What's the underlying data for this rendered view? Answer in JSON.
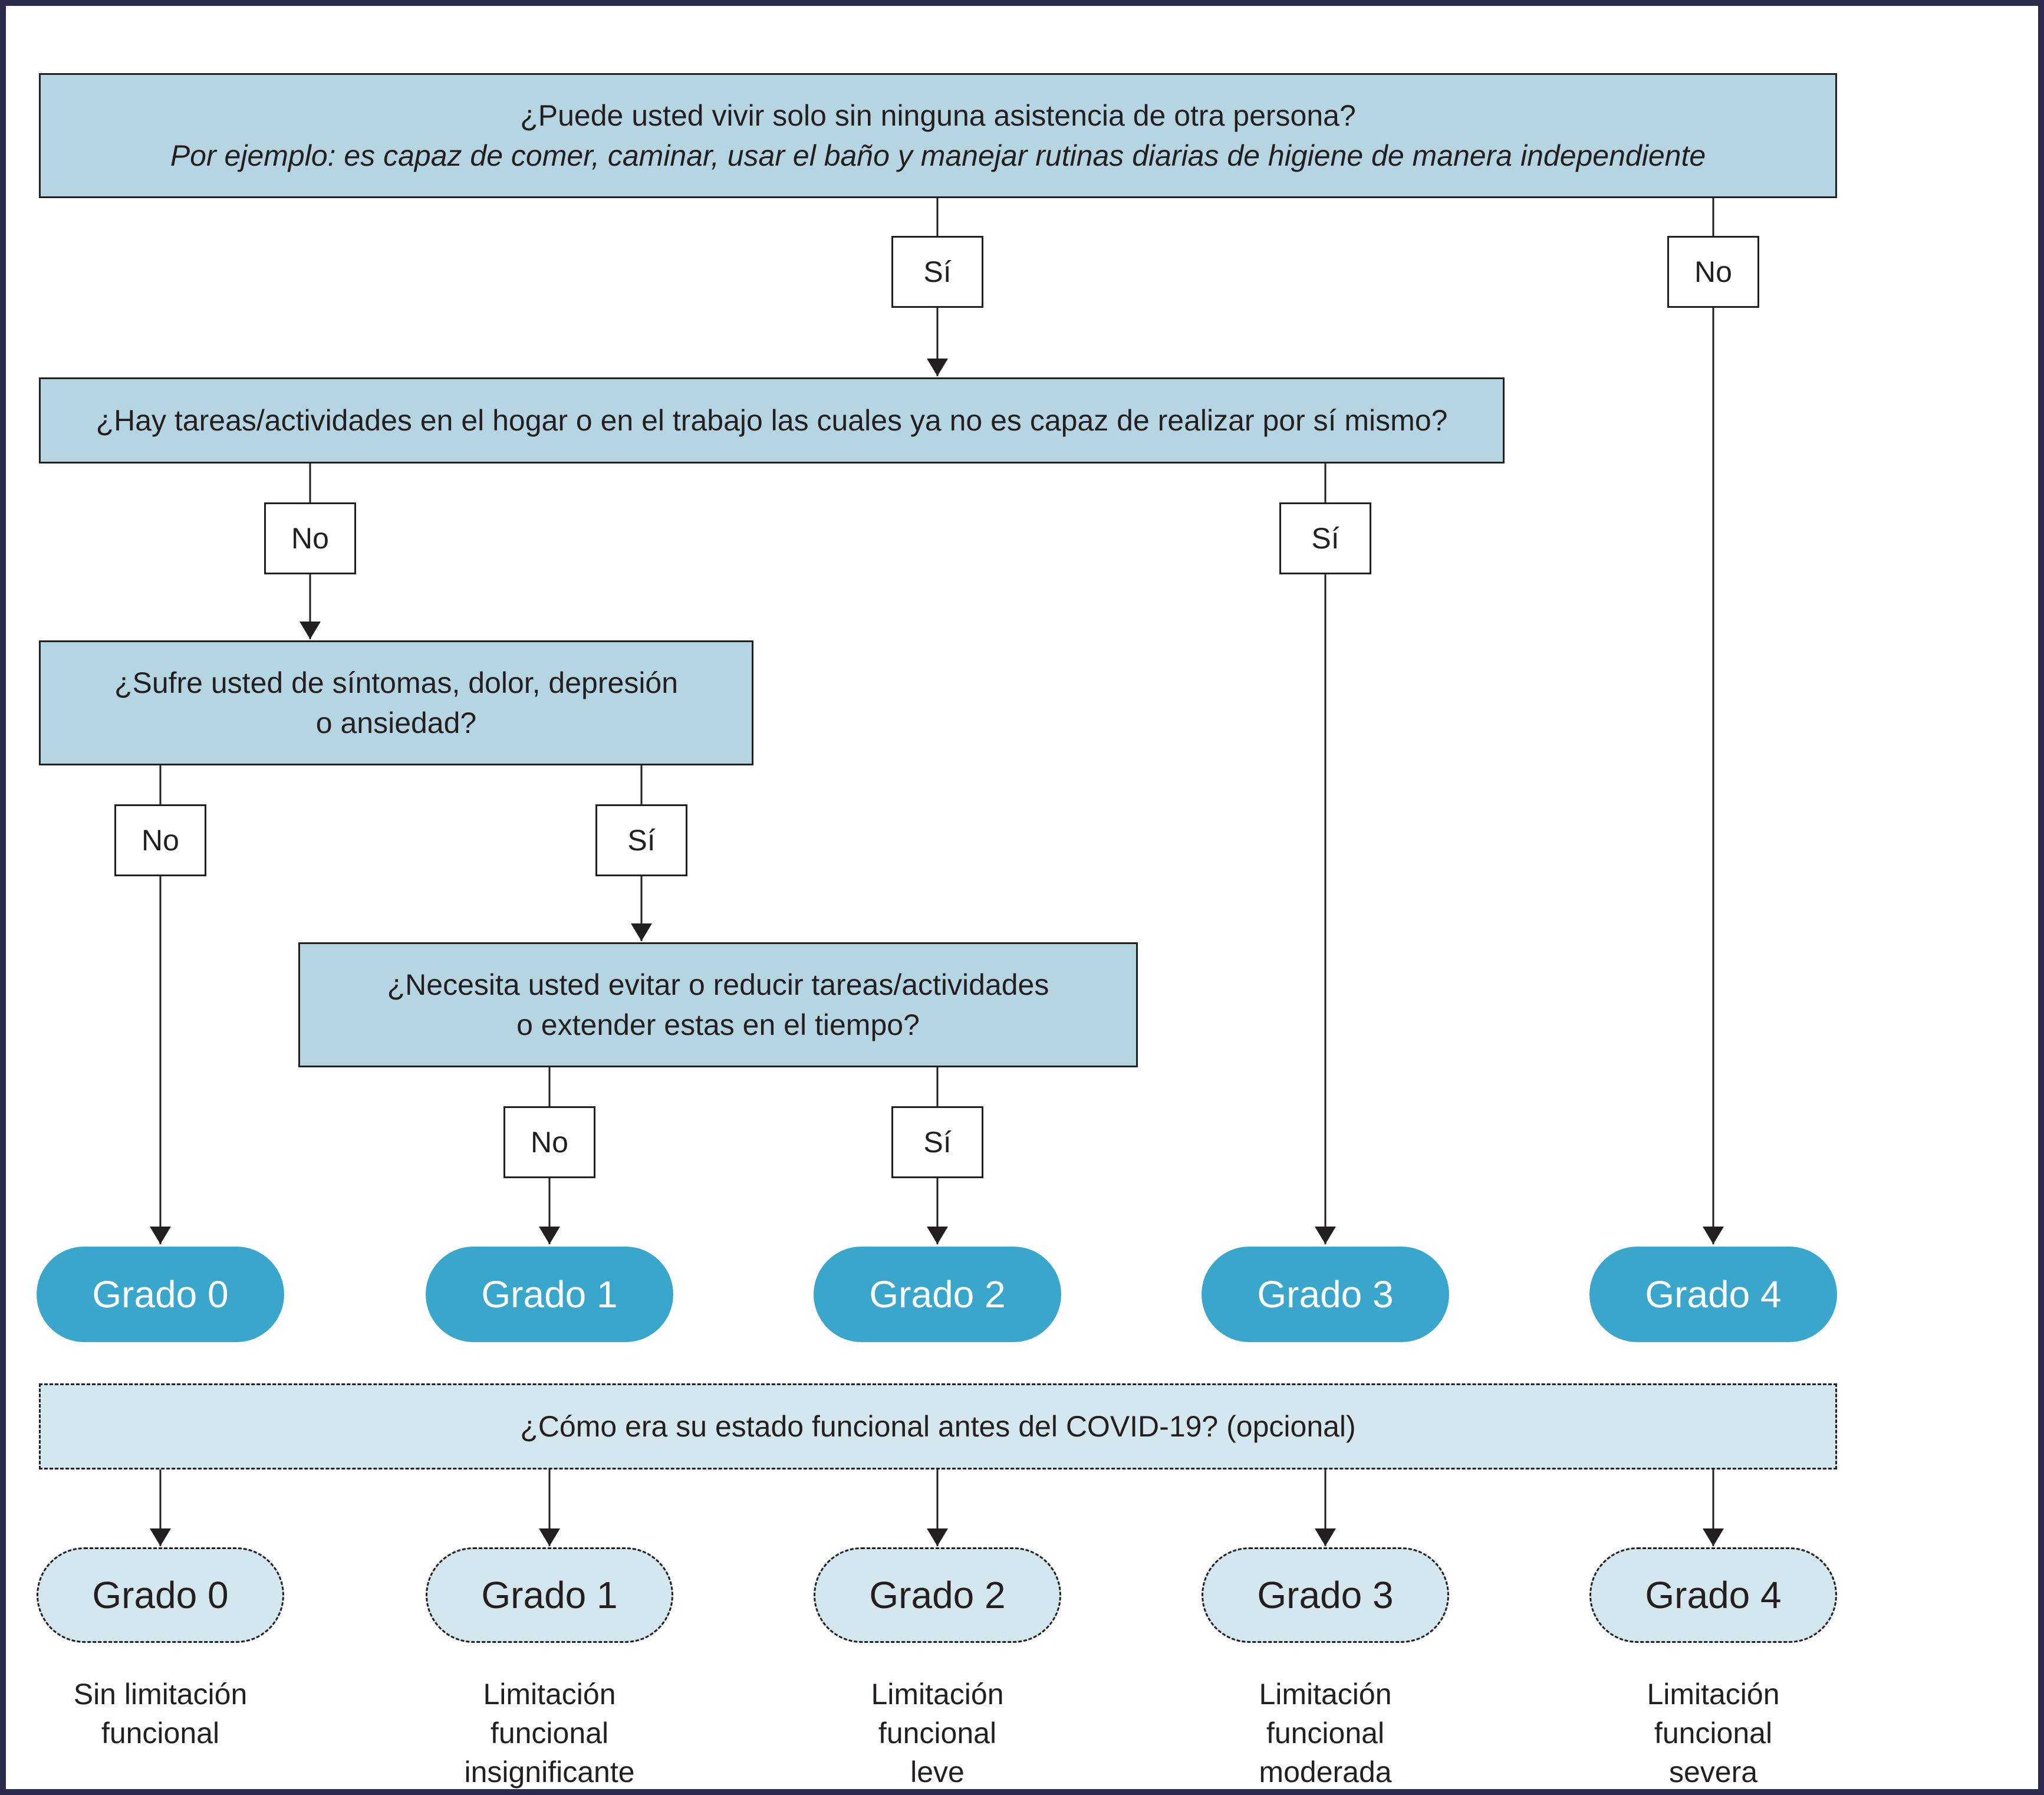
{
  "questions": {
    "q1": {
      "line1": "¿Puede usted vivir solo sin ninguna asistencia de otra persona?",
      "line2": "Por ejemplo: es capaz de comer, caminar, usar el baño y manejar rutinas diarias de higiene de manera independiente"
    },
    "q2": {
      "line1": "¿Hay tareas/actividades en el hogar o en el trabajo las cuales ya no es capaz de realizar por sí mismo?"
    },
    "q3": {
      "line1": "¿Sufre usted de síntomas, dolor, depresión",
      "line2": "o ansiedad?"
    },
    "q4": {
      "line1": "¿Necesita usted evitar o reducir tareas/actividades",
      "line2": "o extender estas en el tiempo?"
    }
  },
  "answers": {
    "q1_yes": "Sí",
    "q1_no": "No",
    "q2_no": "No",
    "q2_yes": "Sí",
    "q3_no": "No",
    "q3_yes": "Sí",
    "q4_no": "No",
    "q4_yes": "Sí"
  },
  "grades": [
    "Grado 0",
    "Grado 1",
    "Grado 2",
    "Grado 3",
    "Grado 4"
  ],
  "pre_covid": {
    "question": "¿Cómo era su estado funcional antes del COVID-19? (opcional)",
    "grades": [
      "Grado 0",
      "Grado 1",
      "Grado 2",
      "Grado 3",
      "Grado 4"
    ]
  },
  "descriptions": [
    {
      "line1": "Sin limitación",
      "line2": "funcional",
      "line3": ""
    },
    {
      "line1": "Limitación",
      "line2": "funcional",
      "line3": "insignificante"
    },
    {
      "line1": "Limitación",
      "line2": "funcional",
      "line3": "leve"
    },
    {
      "line1": "Limitación",
      "line2": "funcional",
      "line3": "moderada"
    },
    {
      "line1": "Limitación",
      "line2": "funcional",
      "line3": "severa"
    }
  ],
  "colors": {
    "question_fill": "#b5d5e3",
    "grade_fill": "#3ba6cc",
    "pre_covid_fill": "#d4e7ef",
    "frame": "#2b2a4c"
  }
}
